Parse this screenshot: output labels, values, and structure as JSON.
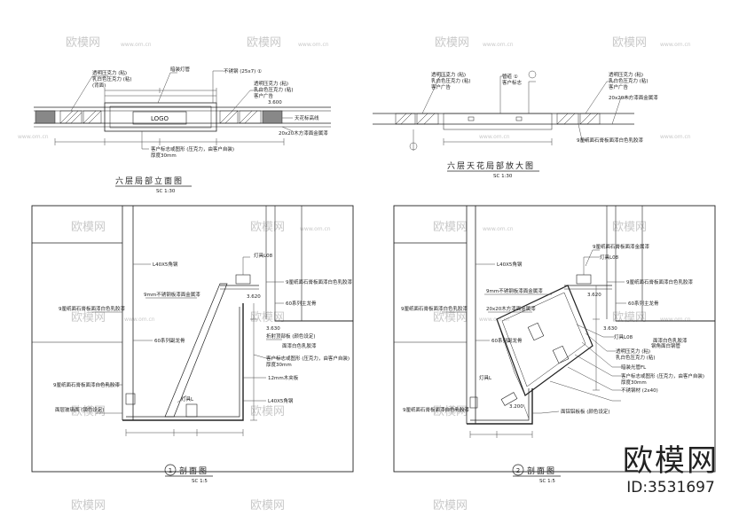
{
  "watermarks": {
    "logo": "欧模网",
    "url": "www.om.cn"
  },
  "brand": {
    "name": "欧模网",
    "id": "ID:3531697"
  },
  "panel_a": {
    "title": "六层局部立面图",
    "scale": "SC 1:30",
    "logo_text": "LOGO",
    "labels": {
      "acrylic1": "透明压克力 (粘)",
      "acrylic2": "乳白色压克力 (粘)",
      "acrylic3": "(背面)",
      "lamp1": "暗装灯管",
      "stainless": "不锈钢 (25x7) ①",
      "acrylic_r1": "透明压克力 (粘)",
      "acrylic_r2": "乳白色压克力 (粘)",
      "acrylic_r3": "客户广告",
      "ceiling": "天花标高线",
      "elev": "3.600",
      "tube": "20x20木方漆面金属漆",
      "client1": "客户标志或图形 (压克力，由客户自装)",
      "client2": "厚度30mm"
    }
  },
  "panel_b": {
    "title": "六层天花局部放大图",
    "scale": "SC 1:30",
    "labels": {
      "acrylic1": "透明压克力 (粘)",
      "acrylic2": "乳白色压克力 (粘)",
      "acrylic3": "客户广告",
      "tube1": "管道 ①",
      "tube2": "客户标志",
      "r1": "透明压克力 (粘)",
      "r2": "乳白色压克力 (粘)",
      "r3": "客户广告",
      "r4": "20x20木方漆面金属漆",
      "gypsum": "9厘纸面石膏板面漆白色乳胶漆"
    }
  },
  "section1": {
    "title": "剖面图",
    "scale": "SC 1:5",
    "num": "1",
    "labels": {
      "lamp_top": "灯具L08",
      "l_steel": "L40X5角钢",
      "gyp_r": "9厘纸面石膏板面漆白色乳胶漆",
      "stainless": "9mm不锈钢板漆面金属漆",
      "gyp_l": "9厘纸面石膏板面漆白色乳胶漆",
      "keel_r": "60系列主龙骨",
      "elev1": "3.620",
      "elev2": "3.630",
      "keel_l": "60系列副龙骨",
      "wood": "折射顶部板 (颜色设定)",
      "paint": "面漆白色乳胶漆",
      "client1": "客户标志或图形 (压克力，由客户自装)",
      "client2": "厚度30mm",
      "plate": "12mm木夹板",
      "l_steel2": "L40X5角钢",
      "gyp_b": "9厘纸面石膏板面漆白色乳胶漆",
      "mirror": "面层玻璃面 (镜色设定)",
      "lamp_b": "灯具L"
    }
  },
  "section2": {
    "title": "剖面图",
    "scale": "SC 1:5",
    "num": "2",
    "labels": {
      "tube_top": "9厘纸面石膏板面漆金属漆",
      "lamp_top": "灯具L08",
      "l_steel": "L40X5角钢",
      "gyp_r": "9厘纸面石膏板面漆白色乳胶漆",
      "stainless": "9mm不锈钢板漆面金属漆",
      "wood": "20x20木方漆面金属漆",
      "gyp_l": "9厘纸面石膏板面漆白色乳胶漆",
      "keel": "60系列主龙骨",
      "elev1": "3.620",
      "elev2": "3.630",
      "keel_l": "60系列副龙骨",
      "lamp_mid": "灯具L08",
      "steel_paint": "钢角面白钢管",
      "acrylic1": "透明压克力 (粘)",
      "acrylic2": "乳白色压克力 (粘)",
      "tube_light": "暗装光管FL",
      "client1": "客户标志或图形 (压克力，由客户自装)",
      "client2": "厚度30mm",
      "stainless2": "不锈钢材 (2x40)",
      "paint": "面漆白色乳胶漆",
      "gyp_b": "9厘纸面石膏板面漆白色乳胶漆",
      "lamp_b": "灯具L",
      "elev3": "3.200",
      "wood_b": "面铝铝板板 (颜色设定)"
    }
  }
}
